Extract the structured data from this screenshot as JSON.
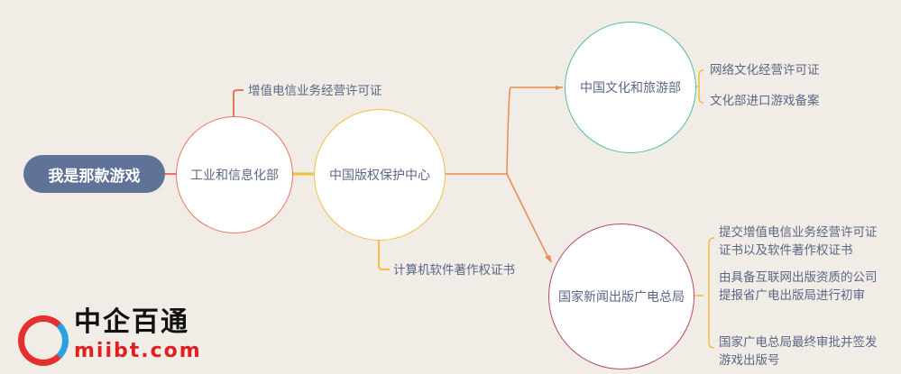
{
  "root": {
    "label": "我是那款游戏"
  },
  "nodes": {
    "miit": {
      "label": "工业和信息化部",
      "color": "#e8735f",
      "leaf": "增值电信业务经营许可证"
    },
    "copyright": {
      "label": "中国版权保护中心",
      "color": "#f0c040",
      "leaf": "计算机软件著作权证书"
    },
    "culture": {
      "label": "中国文化和旅游部",
      "color": "#4cc09a",
      "leaves": [
        "网络文化经营许可证",
        "文化部进口游戏备案"
      ]
    },
    "sapp": {
      "label": "国家新闻出版广电总局",
      "color": "#b04a6a",
      "leaves": [
        "提交增值电信业务经营许可证证书以及软件著作权证书",
        "由具备互联网出版资质的公司提报省广电出版局进行初审",
        "国家广电总局最终审批并签发游戏出版号"
      ]
    }
  },
  "watermark": {
    "cn": "中企百通",
    "url": "miibt.com"
  }
}
